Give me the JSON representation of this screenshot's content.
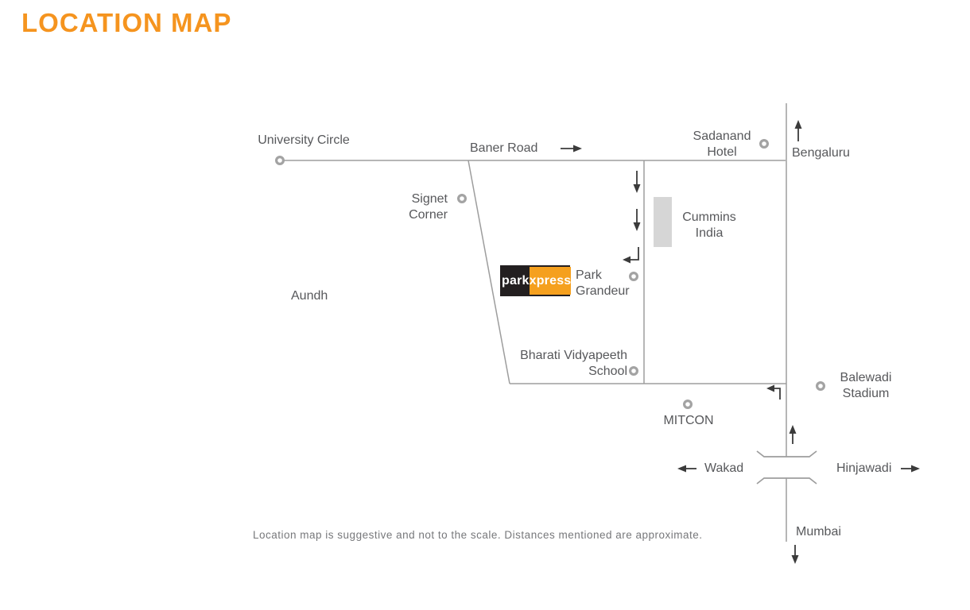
{
  "page": {
    "title": "LOCATION MAP",
    "disclaimer": "Location map is suggestive and not to the scale. Distances mentioned are approximate."
  },
  "colors": {
    "accent": "#F5941F",
    "text": "#57585B",
    "muted": "#77787B",
    "road": "#9D9D9D",
    "marker": "#A3A3A3",
    "arrow": "#3B3B3B",
    "building": "#D6D6D6",
    "logo_black": "#231F20",
    "logo_orange": "#F5A01E"
  },
  "logo": {
    "left": "park",
    "right": "xpress"
  },
  "map": {
    "labels": {
      "university_circle": {
        "text": "University Circle"
      },
      "baner_road": {
        "text": "Baner Road"
      },
      "sadanand_hotel": {
        "text": "Sadanand\nHotel"
      },
      "bengaluru": {
        "text": "Bengaluru"
      },
      "signet_corner": {
        "text": "Signet\nCorner"
      },
      "cummins_india": {
        "text": "Cummins\nIndia"
      },
      "park_grandeur": {
        "text": "Park\nGrandeur"
      },
      "aundh": {
        "text": "Aundh"
      },
      "bharati_vidyapeeth_school": {
        "text": "Bharati Vidyapeeth\nSchool"
      },
      "mitcon": {
        "text": "MITCON"
      },
      "balewadi_stadium": {
        "text": "Balewadi\nStadium"
      },
      "wakad": {
        "text": "Wakad"
      },
      "hinjawadi": {
        "text": "Hinjawadi"
      },
      "mumbai": {
        "text": "Mumbai"
      }
    },
    "markers": [
      "university-circle",
      "sadanand-hotel",
      "signet-corner",
      "park-grandeur",
      "bharati-vidyapeeth-school",
      "mitcon",
      "balewadi-stadium"
    ],
    "direction_arrows": [
      "baner-road-east",
      "bengaluru-north",
      "inner-road-south-1",
      "inner-road-south-2",
      "entry-turn-left",
      "junction-turn-left",
      "highway-north",
      "wakad-west",
      "hinjawadi-east",
      "mumbai-south"
    ],
    "roads": [
      "baner-road",
      "signet-corner-road",
      "inner-road",
      "bottom-link-road",
      "mumbai-bengaluru-highway"
    ],
    "buildings": [
      "cummins-india-block"
    ],
    "symbols": [
      "flyover-top",
      "flyover-bottom"
    ]
  }
}
